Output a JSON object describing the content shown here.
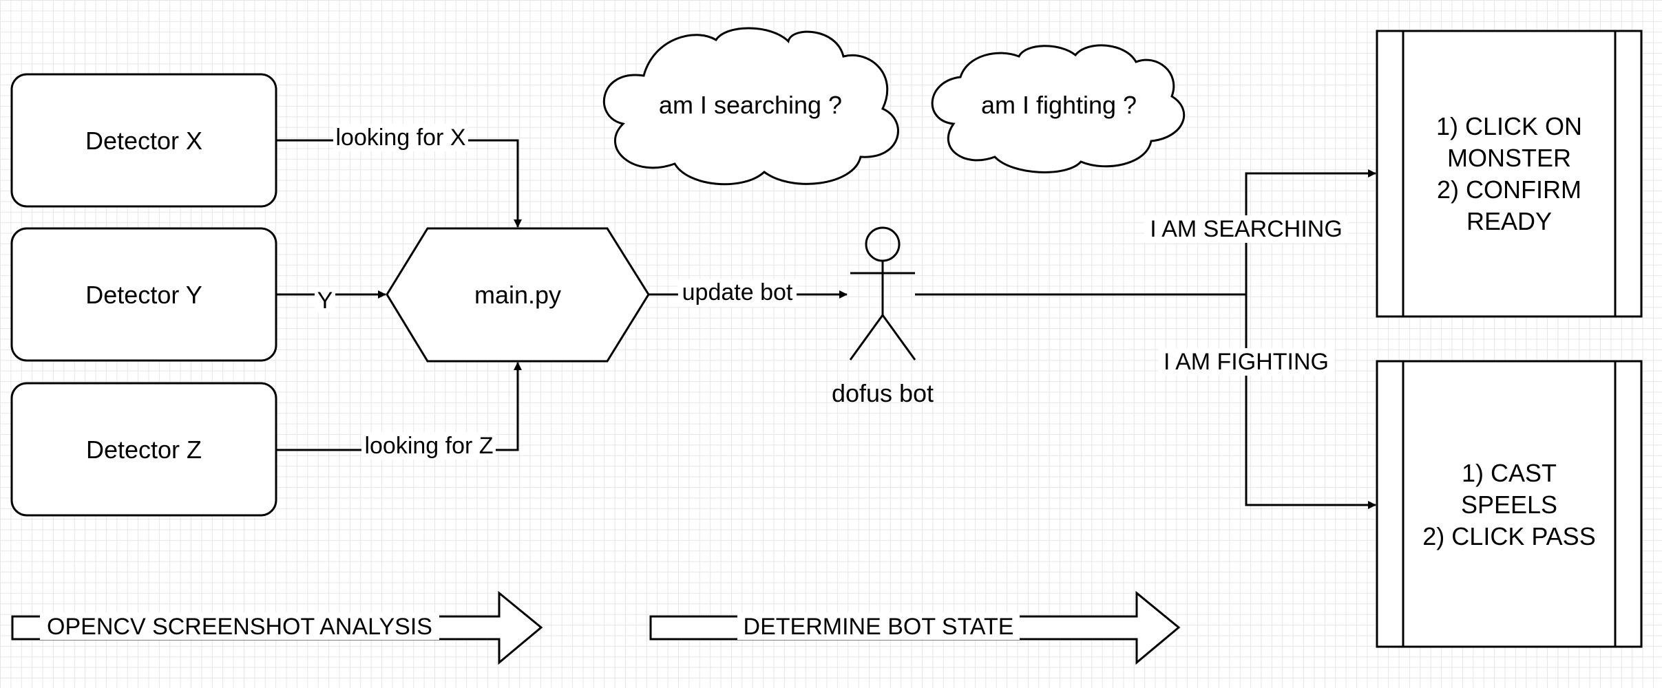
{
  "nodes": {
    "detector_x": "Detector X",
    "detector_y": "Detector Y",
    "detector_z": "Detector Z",
    "main": "main.py",
    "cloud_searching": "am I searching ?",
    "cloud_fighting": "am I fighting ?",
    "actor": "dofus bot",
    "search_box_lines": [
      "1) CLICK ON",
      "MONSTER",
      "2) CONFIRM",
      "READY"
    ],
    "fight_box_lines": [
      "1) CAST",
      "SPEELS",
      "2) CLICK PASS"
    ]
  },
  "edges": {
    "x_to_main": "looking for X",
    "y_to_main": "Y",
    "z_to_main": "looking for Z",
    "main_to_bot": "update bot",
    "searching": "I AM SEARCHING",
    "fighting": "I AM FIGHTING"
  },
  "phases": {
    "analysis": "OPENCV SCREENSHOT ANALYSIS",
    "state": "DETERMINE BOT STATE"
  }
}
